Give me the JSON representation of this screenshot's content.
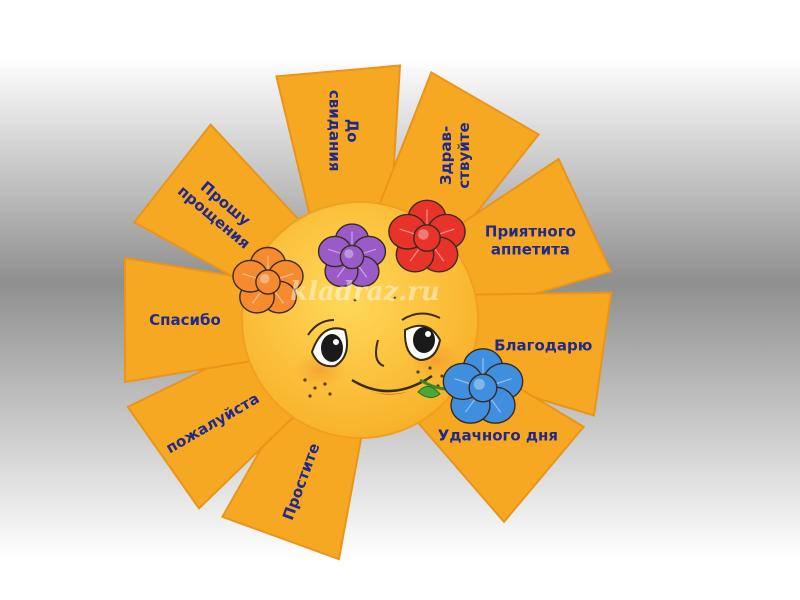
{
  "rays": [
    {
      "id": "do-svidaniya",
      "lines": [
        "До",
        "свидания"
      ]
    },
    {
      "id": "zdravstvuyte",
      "lines": [
        "Здрав-",
        "ствуйте"
      ]
    },
    {
      "id": "priyatnogo-appetita",
      "lines": [
        "Приятного",
        "аппетита"
      ]
    },
    {
      "id": "blagodaryu",
      "lines": [
        "Благодарю"
      ]
    },
    {
      "id": "udachnogo-dnya",
      "lines": [
        "Удачного дня"
      ]
    },
    {
      "id": "prostite",
      "lines": [
        "Простите"
      ]
    },
    {
      "id": "pozhaluysta",
      "lines": [
        "пожалуйста"
      ]
    },
    {
      "id": "spasibo",
      "lines": [
        "Спасибо"
      ]
    },
    {
      "id": "proshu-proshcheniya",
      "lines": [
        "Прошу",
        "прощения"
      ]
    }
  ],
  "watermark": "kladraz.ru",
  "colors": {
    "ray": "#f7a823",
    "ray_stroke": "#e8951a",
    "sun": "#fcc43b",
    "text": "#1f2a8a",
    "flower_orange": "#f58a2e",
    "flower_purple": "#9a5bc9",
    "flower_red": "#e8332a",
    "flower_blue": "#3f8fde"
  },
  "icons": [
    "sun-face-icon",
    "flower-icon"
  ]
}
